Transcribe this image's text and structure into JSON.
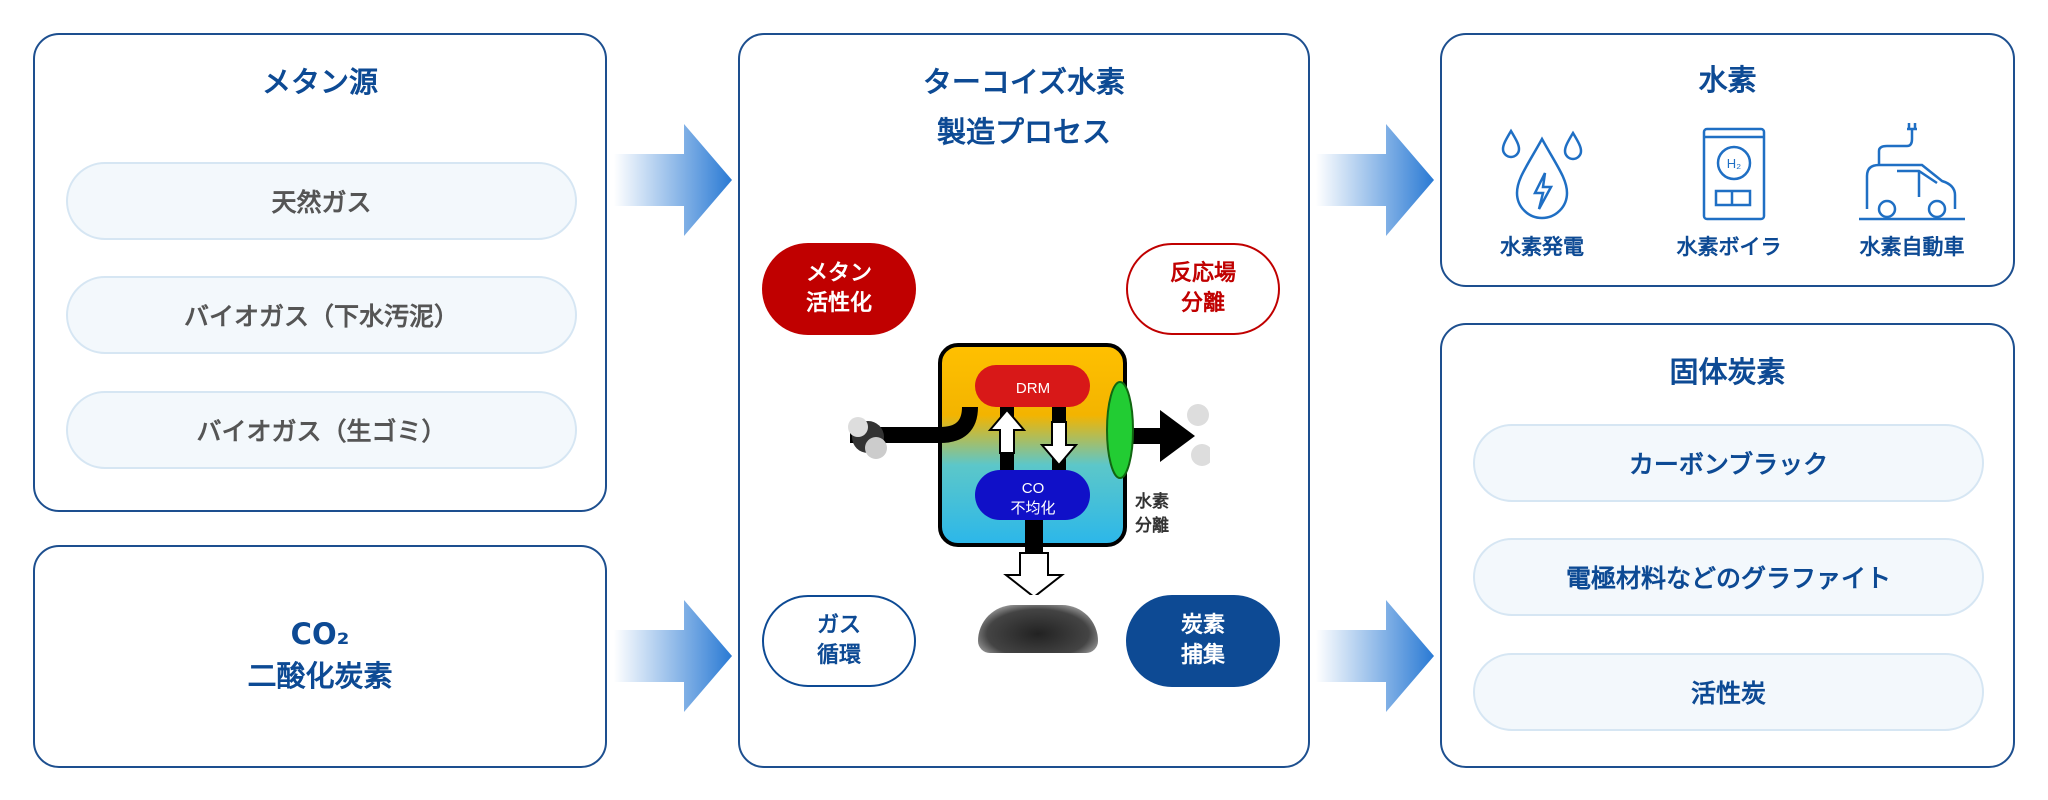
{
  "methane_source": {
    "title": "メタン源",
    "items": [
      "天然ガス",
      "バイオガス（下水汚泥）",
      "バイオガス（生ゴミ）"
    ]
  },
  "co2": {
    "formula": "CO₂",
    "title": "二酸化炭素"
  },
  "process": {
    "title_line1": "ターコイズ水素",
    "title_line2": "製造プロセス",
    "bubbles": {
      "methane_activation": "メタン\n活性化",
      "reaction_separation": "反応場\n分離",
      "gas_circulation": "ガス\n循環",
      "carbon_capture": "炭素\n捕集"
    },
    "diagram": {
      "drm": "DRM",
      "co_line1": "CO",
      "co_line2": "不均化",
      "h2_sep_line1": "水素",
      "h2_sep_line2": "分離"
    }
  },
  "hydrogen": {
    "title": "水素",
    "apps": [
      {
        "label": "水素発電",
        "icon": "water-drop-lightning-icon"
      },
      {
        "label": "水素ボイラ",
        "icon": "h2-boiler-icon"
      },
      {
        "label": "水素自動車",
        "icon": "electric-car-icon"
      }
    ]
  },
  "solid_carbon": {
    "title": "固体炭素",
    "items": [
      "カーボンブラック",
      "電極材料などのグラファイト",
      "活性炭"
    ]
  },
  "colors": {
    "navy": "#0d4a94",
    "red": "#c00000",
    "arrow": "#2f7fd6"
  }
}
